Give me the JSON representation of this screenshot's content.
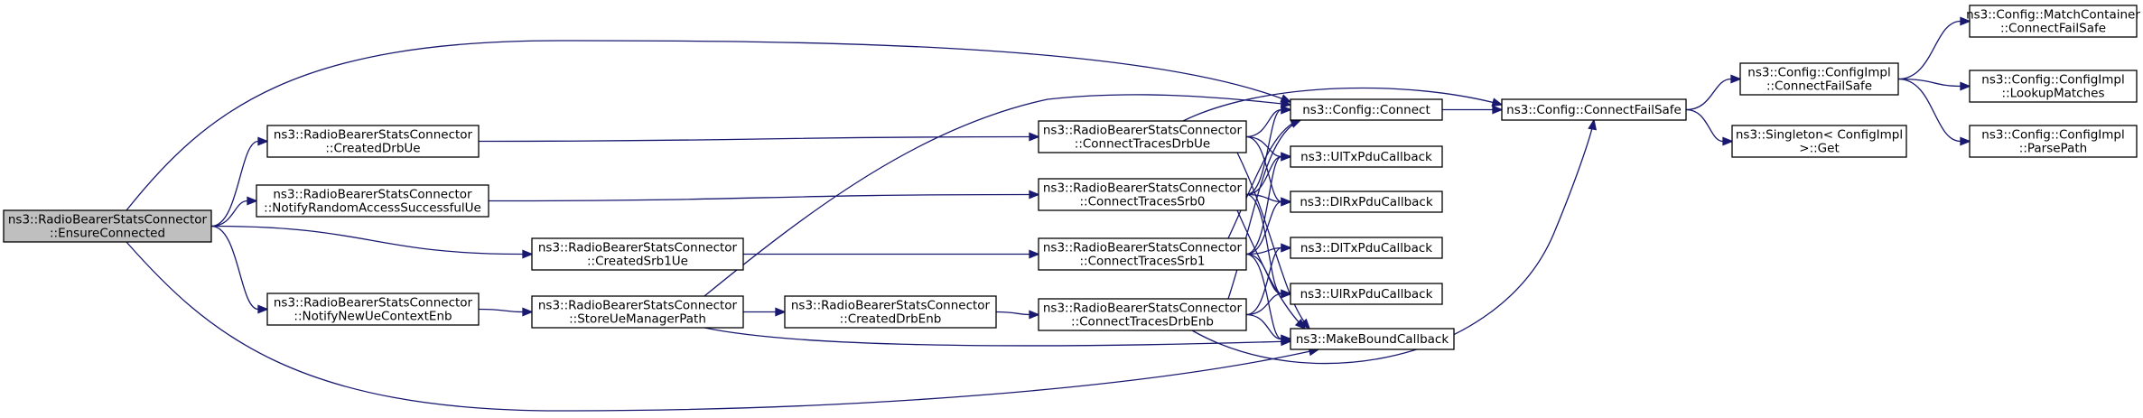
{
  "diagram": {
    "colors": {
      "edge": "#191970",
      "node_border": "#000000",
      "root_fill": "#bfbfbf",
      "node_fill": "#ffffff"
    },
    "nodes": [
      {
        "id": "ensure",
        "lines": [
          "ns3::RadioBearerStatsConnector",
          "::EnsureConnected"
        ],
        "root": true
      },
      {
        "id": "createdDrbUe",
        "lines": [
          "ns3::RadioBearerStatsConnector",
          "::CreatedDrbUe"
        ]
      },
      {
        "id": "notifyRA",
        "lines": [
          "ns3::RadioBearerStatsConnector",
          "::NotifyRandomAccessSuccessfulUe"
        ]
      },
      {
        "id": "createdSrb1Ue",
        "lines": [
          "ns3::RadioBearerStatsConnector",
          "::CreatedSrb1Ue"
        ]
      },
      {
        "id": "notifyNewUe",
        "lines": [
          "ns3::RadioBearerStatsConnector",
          "::NotifyNewUeContextEnb"
        ]
      },
      {
        "id": "storeUe",
        "lines": [
          "ns3::RadioBearerStatsConnector",
          "::StoreUeManagerPath"
        ]
      },
      {
        "id": "createdDrbEnb",
        "lines": [
          "ns3::RadioBearerStatsConnector",
          "::CreatedDrbEnb"
        ]
      },
      {
        "id": "ctDrbUe",
        "lines": [
          "ns3::RadioBearerStatsConnector",
          "::ConnectTracesDrbUe"
        ]
      },
      {
        "id": "ctSrb0",
        "lines": [
          "ns3::RadioBearerStatsConnector",
          "::ConnectTracesSrb0"
        ]
      },
      {
        "id": "ctSrb1",
        "lines": [
          "ns3::RadioBearerStatsConnector",
          "::ConnectTracesSrb1"
        ]
      },
      {
        "id": "ctDrbEnb",
        "lines": [
          "ns3::RadioBearerStatsConnector",
          "::ConnectTracesDrbEnb"
        ]
      },
      {
        "id": "configConnect",
        "lines": [
          "ns3::Config::Connect"
        ]
      },
      {
        "id": "ulTxPdu",
        "lines": [
          "ns3::UlTxPduCallback"
        ]
      },
      {
        "id": "dlRxPdu",
        "lines": [
          "ns3::DlRxPduCallback"
        ]
      },
      {
        "id": "dlTxPdu",
        "lines": [
          "ns3::DlTxPduCallback"
        ]
      },
      {
        "id": "ulRxPdu",
        "lines": [
          "ns3::UlRxPduCallback"
        ]
      },
      {
        "id": "makeBound",
        "lines": [
          "ns3::MakeBoundCallback"
        ]
      },
      {
        "id": "connectFailSafe",
        "lines": [
          "ns3::Config::ConnectFailSafe"
        ]
      },
      {
        "id": "implCFS",
        "lines": [
          "ns3::Config::ConfigImpl",
          "::ConnectFailSafe"
        ]
      },
      {
        "id": "singleton",
        "lines": [
          "ns3::Singleton< ConfigImpl",
          ">::Get"
        ]
      },
      {
        "id": "matchCFS",
        "lines": [
          "ns3::Config::MatchContainer",
          "::ConnectFailSafe"
        ]
      },
      {
        "id": "lookup",
        "lines": [
          "ns3::Config::ConfigImpl",
          "::LookupMatches"
        ]
      },
      {
        "id": "parsePath",
        "lines": [
          "ns3::Config::ConfigImpl",
          "::ParsePath"
        ]
      }
    ],
    "edges": [
      {
        "from": "ensure",
        "to": "createdDrbUe"
      },
      {
        "from": "ensure",
        "to": "notifyRA"
      },
      {
        "from": "ensure",
        "to": "createdSrb1Ue"
      },
      {
        "from": "ensure",
        "to": "notifyNewUe"
      },
      {
        "from": "ensure",
        "to": "configConnect"
      },
      {
        "from": "ensure",
        "to": "makeBound"
      },
      {
        "from": "createdDrbUe",
        "to": "ctDrbUe"
      },
      {
        "from": "notifyRA",
        "to": "ctSrb0"
      },
      {
        "from": "createdSrb1Ue",
        "to": "ctSrb1"
      },
      {
        "from": "notifyNewUe",
        "to": "storeUe"
      },
      {
        "from": "storeUe",
        "to": "createdDrbEnb"
      },
      {
        "from": "storeUe",
        "to": "configConnect"
      },
      {
        "from": "storeUe",
        "to": "makeBound"
      },
      {
        "from": "createdDrbEnb",
        "to": "ctDrbEnb"
      },
      {
        "from": "ctDrbUe",
        "to": "configConnect"
      },
      {
        "from": "ctDrbUe",
        "to": "connectFailSafe"
      },
      {
        "from": "ctDrbUe",
        "to": "ulTxPdu"
      },
      {
        "from": "ctDrbUe",
        "to": "dlRxPdu"
      },
      {
        "from": "ctDrbUe",
        "to": "makeBound"
      },
      {
        "from": "ctSrb0",
        "to": "configConnect"
      },
      {
        "from": "ctSrb0",
        "to": "dlRxPdu"
      },
      {
        "from": "ctSrb0",
        "to": "ulTxPdu"
      },
      {
        "from": "ctSrb0",
        "to": "ulRxPdu"
      },
      {
        "from": "ctSrb0",
        "to": "makeBound"
      },
      {
        "from": "ctSrb1",
        "to": "configConnect"
      },
      {
        "from": "ctSrb1",
        "to": "ulTxPdu"
      },
      {
        "from": "ctSrb1",
        "to": "dlRxPdu"
      },
      {
        "from": "ctSrb1",
        "to": "dlTxPdu"
      },
      {
        "from": "ctSrb1",
        "to": "ulRxPdu"
      },
      {
        "from": "ctSrb1",
        "to": "makeBound"
      },
      {
        "from": "ctDrbEnb",
        "to": "configConnect"
      },
      {
        "from": "ctDrbEnb",
        "to": "dlTxPdu"
      },
      {
        "from": "ctDrbEnb",
        "to": "ulRxPdu"
      },
      {
        "from": "ctDrbEnb",
        "to": "makeBound"
      },
      {
        "from": "ctDrbEnb",
        "to": "connectFailSafe"
      },
      {
        "from": "configConnect",
        "to": "connectFailSafe"
      },
      {
        "from": "connectFailSafe",
        "to": "implCFS"
      },
      {
        "from": "connectFailSafe",
        "to": "singleton"
      },
      {
        "from": "implCFS",
        "to": "matchCFS"
      },
      {
        "from": "implCFS",
        "to": "lookup"
      },
      {
        "from": "implCFS",
        "to": "parsePath"
      }
    ]
  }
}
